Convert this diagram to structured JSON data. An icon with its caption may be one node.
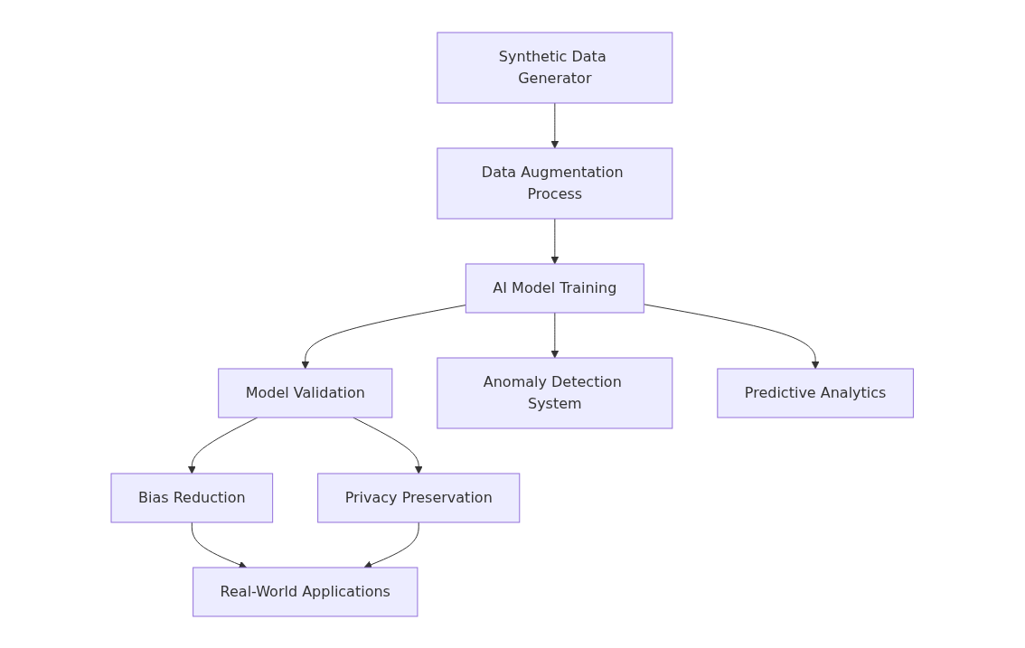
{
  "diagram": {
    "nodes": [
      {
        "text": [
          "Synthetic Data Generator"
        ]
      },
      {
        "text": [
          "Data Augmentation Process"
        ]
      },
      {
        "text": [
          "AI Model Training"
        ]
      },
      {
        "text": [
          "Model Validation"
        ]
      },
      {
        "text": [
          "Anomaly Detection System"
        ]
      },
      {
        "text": [
          "Predictive Analytics"
        ]
      },
      {
        "text": [
          "Bias Reduction"
        ]
      },
      {
        "text": [
          "Privacy Preservation"
        ]
      },
      {
        "text": [
          "Real-World Applications"
        ]
      }
    ],
    "edges": [
      {
        "from": 0,
        "to": 1,
        "arrow": "to"
      },
      {
        "from": 1,
        "to": 2,
        "arrow": "to"
      },
      {
        "from": 2,
        "to": 3,
        "arrow": "to"
      },
      {
        "from": 2,
        "to": 4,
        "arrow": "to"
      },
      {
        "from": 2,
        "to": 5,
        "arrow": "to"
      },
      {
        "from": 3,
        "to": 6,
        "arrow": "to"
      },
      {
        "from": 3,
        "to": 7,
        "arrow": "to"
      },
      {
        "from": 6,
        "to": 8,
        "arrow": "to"
      },
      {
        "from": 7,
        "to": 8,
        "arrow": "to"
      }
    ]
  }
}
